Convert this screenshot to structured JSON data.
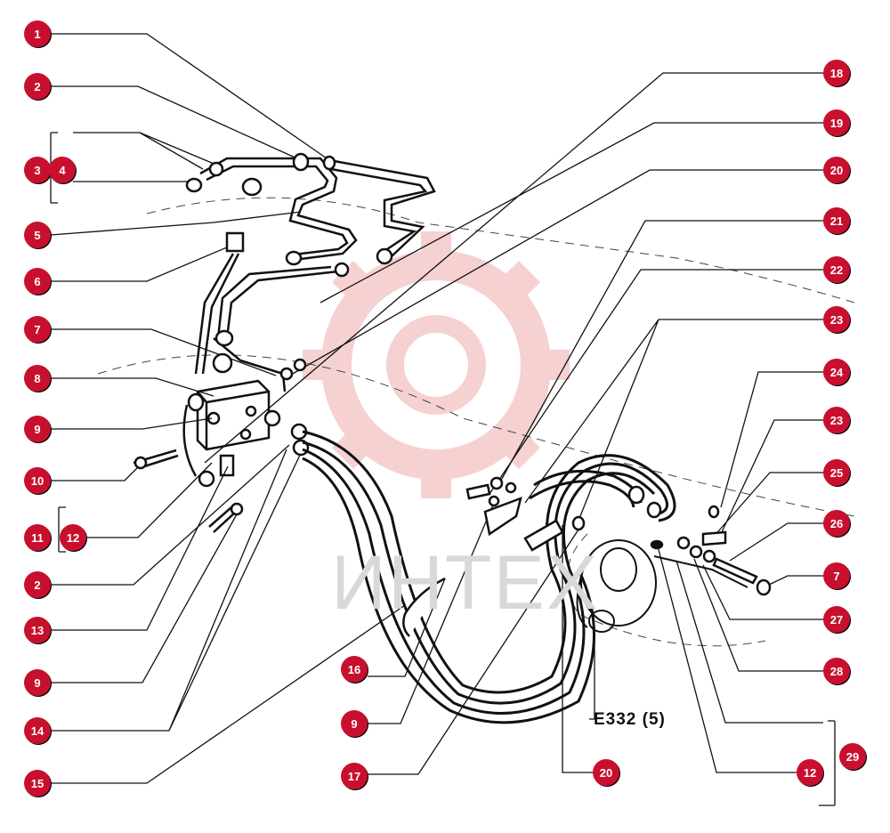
{
  "colors": {
    "callout": "#c8102e",
    "line": "#111111",
    "watermark_gear": "#f4c2c2",
    "watermark_text": "#d8d8d8"
  },
  "watermark_text": "ИНТЕХ",
  "reference_label": "E332 (5)",
  "callouts": [
    {
      "id": "c1",
      "label": "1"
    },
    {
      "id": "c2a",
      "label": "2"
    },
    {
      "id": "c3",
      "label": "3"
    },
    {
      "id": "c4",
      "label": "4"
    },
    {
      "id": "c5",
      "label": "5"
    },
    {
      "id": "c6",
      "label": "6"
    },
    {
      "id": "c7a",
      "label": "7"
    },
    {
      "id": "c8",
      "label": "8"
    },
    {
      "id": "c9a",
      "label": "9"
    },
    {
      "id": "c10",
      "label": "10"
    },
    {
      "id": "c11",
      "label": "11"
    },
    {
      "id": "c12a",
      "label": "12"
    },
    {
      "id": "c2b",
      "label": "2"
    },
    {
      "id": "c13",
      "label": "13"
    },
    {
      "id": "c9b",
      "label": "9"
    },
    {
      "id": "c14",
      "label": "14"
    },
    {
      "id": "c15",
      "label": "15"
    },
    {
      "id": "c16",
      "label": "16"
    },
    {
      "id": "c9c",
      "label": "9"
    },
    {
      "id": "c17",
      "label": "17"
    },
    {
      "id": "c18",
      "label": "18"
    },
    {
      "id": "c19",
      "label": "19"
    },
    {
      "id": "c20a",
      "label": "20"
    },
    {
      "id": "c21",
      "label": "21"
    },
    {
      "id": "c22",
      "label": "22"
    },
    {
      "id": "c23a",
      "label": "23"
    },
    {
      "id": "c24",
      "label": "24"
    },
    {
      "id": "c23b",
      "label": "23"
    },
    {
      "id": "c25",
      "label": "25"
    },
    {
      "id": "c26",
      "label": "26"
    },
    {
      "id": "c7b",
      "label": "7"
    },
    {
      "id": "c27",
      "label": "27"
    },
    {
      "id": "c28",
      "label": "28"
    },
    {
      "id": "c20b",
      "label": "20"
    },
    {
      "id": "c12b",
      "label": "12"
    },
    {
      "id": "c29",
      "label": "29"
    }
  ]
}
